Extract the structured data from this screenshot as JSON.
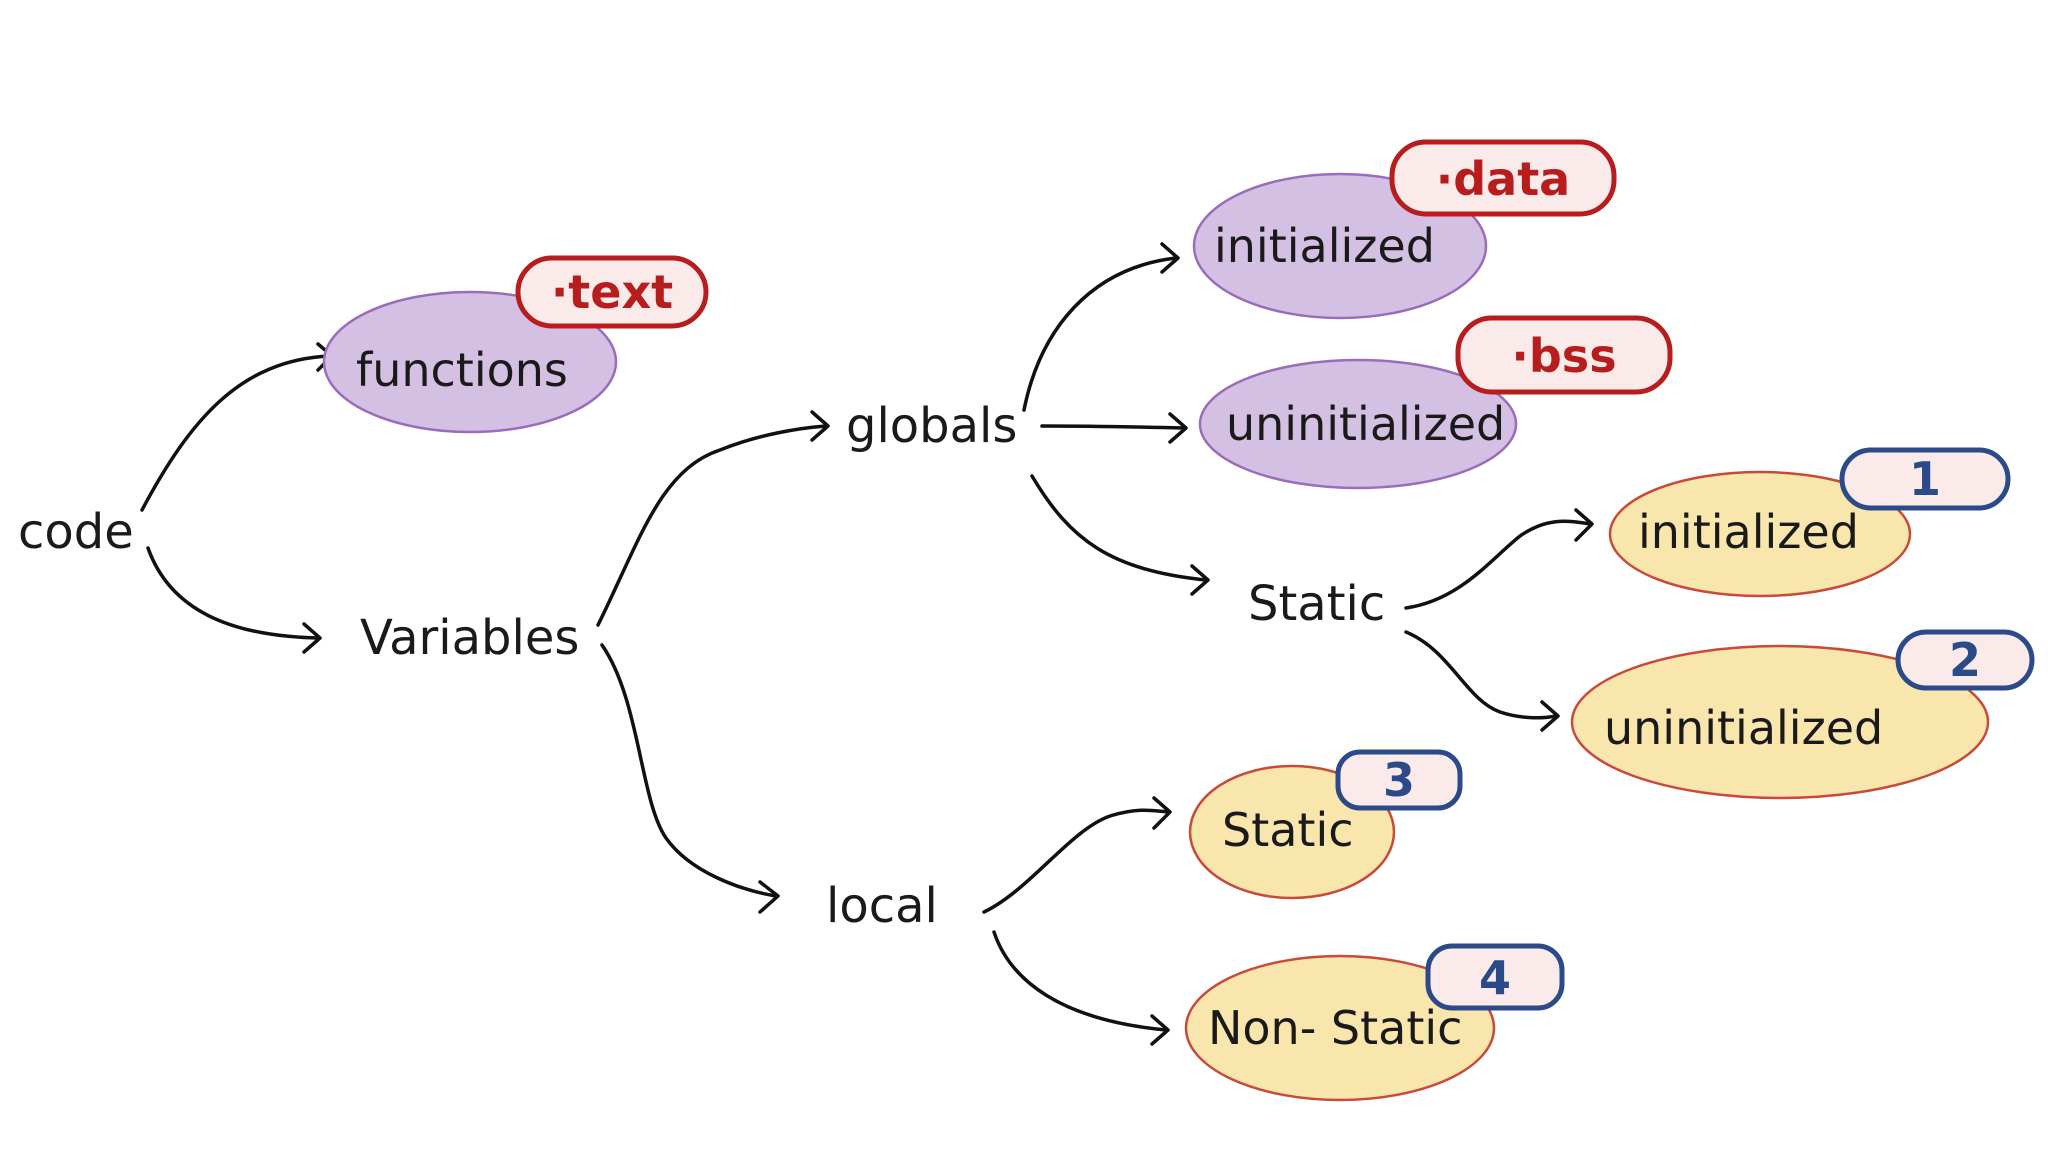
{
  "colors": {
    "purple_fill": "#d4c0e2",
    "purple_stroke": "#9a6cbc",
    "yellow_fill": "#f8e6ad",
    "yellow_stroke": "#c9493a",
    "tag_fill": "#fbeaea",
    "red_tag_stroke": "#b81d1d",
    "blue_tag_stroke": "#2b4a8a",
    "line": "#111111"
  },
  "nodes": {
    "code": "code",
    "functions": "functions",
    "variables": "Variables",
    "globals": "globals",
    "local": "local",
    "globals_initialized": "initialized",
    "globals_uninitialized": "uninitialized",
    "globals_static": "Static",
    "static_initialized": "initialized",
    "static_uninitialized": "uninitialized",
    "local_static": "Static",
    "local_non_static": "Non- Static"
  },
  "tags": {
    "text": "·text",
    "data": "·data",
    "bss": "·bss",
    "one": "1",
    "two": "2",
    "three": "3",
    "four": "4"
  }
}
